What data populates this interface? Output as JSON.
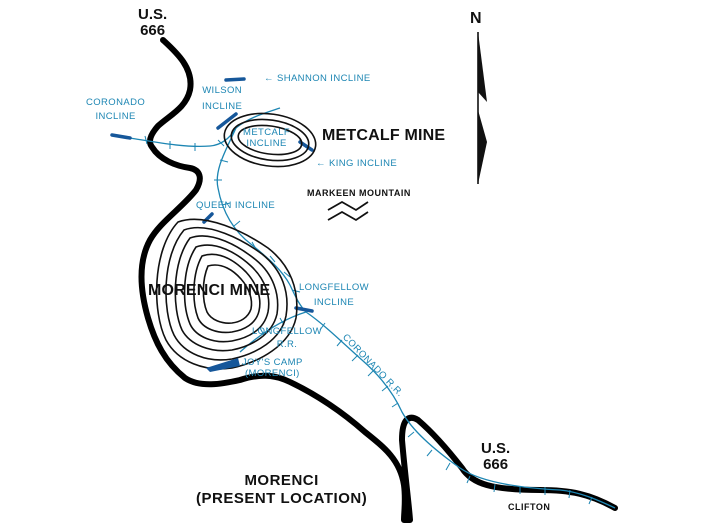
{
  "north_label": "N",
  "highways": {
    "north_line1": "U.S.",
    "north_line2": "666",
    "south_line1": "U.S.",
    "south_line2": "666"
  },
  "mines": {
    "metcalf": "METCALF MINE",
    "morenci": "MORENCI MINE"
  },
  "inclines": {
    "shannon": "SHANNON INCLINE",
    "wilson_line1": "WILSON",
    "wilson_line2": "INCLINE",
    "coronado_line1": "CORONADO",
    "coronado_line2": "INCLINE",
    "metcalf_line1": "METCALF",
    "metcalf_line2": "INCLINE",
    "king": "KING INCLINE",
    "queen": "QUEEN INCLINE",
    "longfellow_line1": "LONGFELLOW",
    "longfellow_line2": "INCLINE"
  },
  "railroads": {
    "longfellow_line1": "LONGFELLOW",
    "longfellow_line2": "R.R.",
    "coronado": "CORONADO R.R."
  },
  "places": {
    "markeen": "MARKEEN MOUNTAIN",
    "joys_line1": "JOY'S CAMP",
    "joys_line2": "(MORENCI)",
    "morenci_line1": "MORENCI",
    "morenci_line2": "(PRESENT LOCATION)",
    "clifton": "CLIFTON"
  },
  "colors": {
    "road": "#000000",
    "railroad": "#1d86b3",
    "incline": "#16579a",
    "contour": "#111111"
  }
}
